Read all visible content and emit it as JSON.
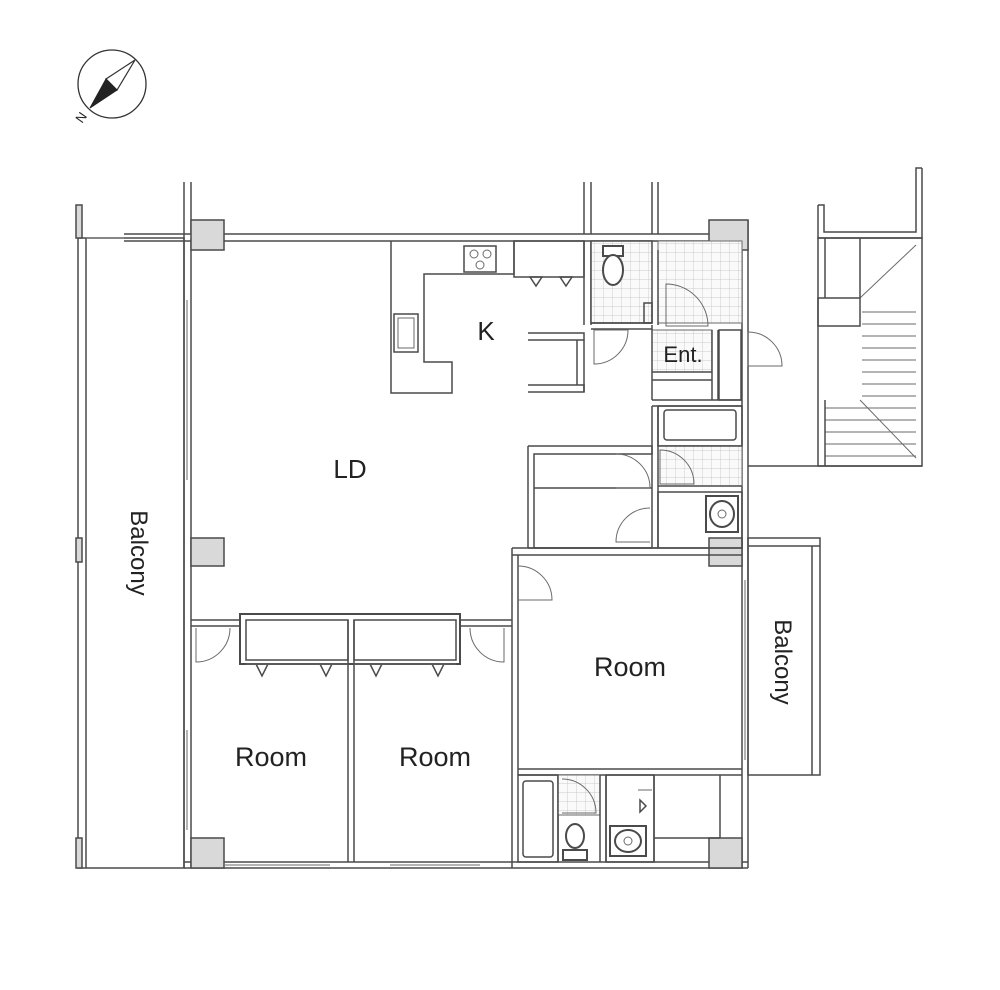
{
  "compass": {
    "north_label": "N",
    "icon": "compass-icon"
  },
  "rooms": {
    "ld": "LD",
    "kitchen": "K",
    "entrance": "Ent.",
    "room_east": "Room",
    "room_sw": "Room",
    "room_s": "Room"
  },
  "balconies": {
    "west": "Balcony",
    "east": "Balcony"
  },
  "colors": {
    "wall": "#4a4a4a",
    "wall_fill": "#d9d9d9",
    "text": "#222222"
  }
}
